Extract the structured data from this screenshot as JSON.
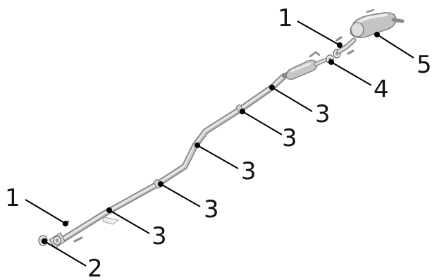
{
  "diagram": {
    "callouts": [
      {
        "label": "1"
      },
      {
        "label": "5"
      },
      {
        "label": "4"
      },
      {
        "label": "3"
      },
      {
        "label": "3"
      },
      {
        "label": "3"
      },
      {
        "label": "3"
      },
      {
        "label": "3"
      },
      {
        "label": "1"
      },
      {
        "label": "2"
      }
    ]
  },
  "colors": {
    "pipe_light": "#e4e4e4",
    "pipe_mid": "#b9b9b9",
    "pipe_dark": "#8a8a8a",
    "leader": "#000000",
    "text": "#111111"
  }
}
